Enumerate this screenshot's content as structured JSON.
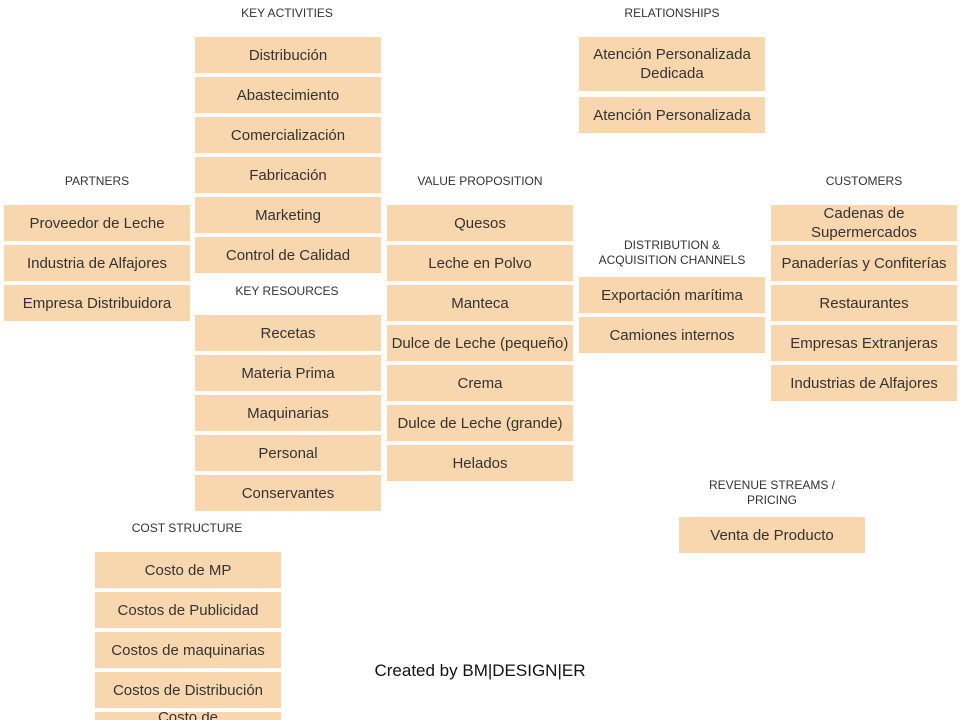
{
  "sections": {
    "key_activities": {
      "title": "KEY ACTIVITIES",
      "items": [
        "Distribución",
        "Abastecimiento",
        "Comercialización",
        "Fabricación",
        "Marketing",
        "Control de Calidad"
      ]
    },
    "relationships": {
      "title": "RELATIONSHIPS",
      "items": [
        "Atención Personalizada Dedicada",
        "Atención Personalizada"
      ]
    },
    "partners": {
      "title": "PARTNERS",
      "items": [
        "Proveedor de Leche",
        "Industria de Alfajores",
        "Empresa Distribuidora"
      ]
    },
    "value_proposition": {
      "title": "VALUE PROPOSITION",
      "items": [
        "Quesos",
        "Leche en Polvo",
        "Manteca",
        "Dulce de Leche (pequeño)",
        "Crema",
        "Dulce de Leche (grande)",
        "Helados"
      ]
    },
    "customers": {
      "title": "CUSTOMERS",
      "items": [
        "Cadenas de Supermercados",
        "Panaderías y Confiterías",
        "Restaurantes",
        "Empresas Extranjeras",
        "Industrias de Alfajores"
      ]
    },
    "channels": {
      "title": "DISTRIBUTION  & ACQUISITION  CHANNELS",
      "items": [
        "Exportación marítima",
        "Camiones internos"
      ]
    },
    "key_resources": {
      "title": "KEY RESOURCES",
      "items": [
        "Recetas",
        "Materia Prima",
        "Maquinarias",
        "Personal",
        "Conservantes"
      ]
    },
    "revenue": {
      "title": "REVENUE STREAMS / PRICING",
      "items": [
        "Venta de Producto"
      ]
    },
    "cost_structure": {
      "title": "COST  STRUCTURE",
      "items": [
        "Costo de MP",
        "Costos de Publicidad",
        "Costos de maquinarias",
        "Costos de Distribución",
        "Costo de"
      ]
    }
  },
  "footer": "Created by BM|DESIGN|ER",
  "colors": {
    "box_fill": "#f8d7ae",
    "text": "#333333"
  }
}
